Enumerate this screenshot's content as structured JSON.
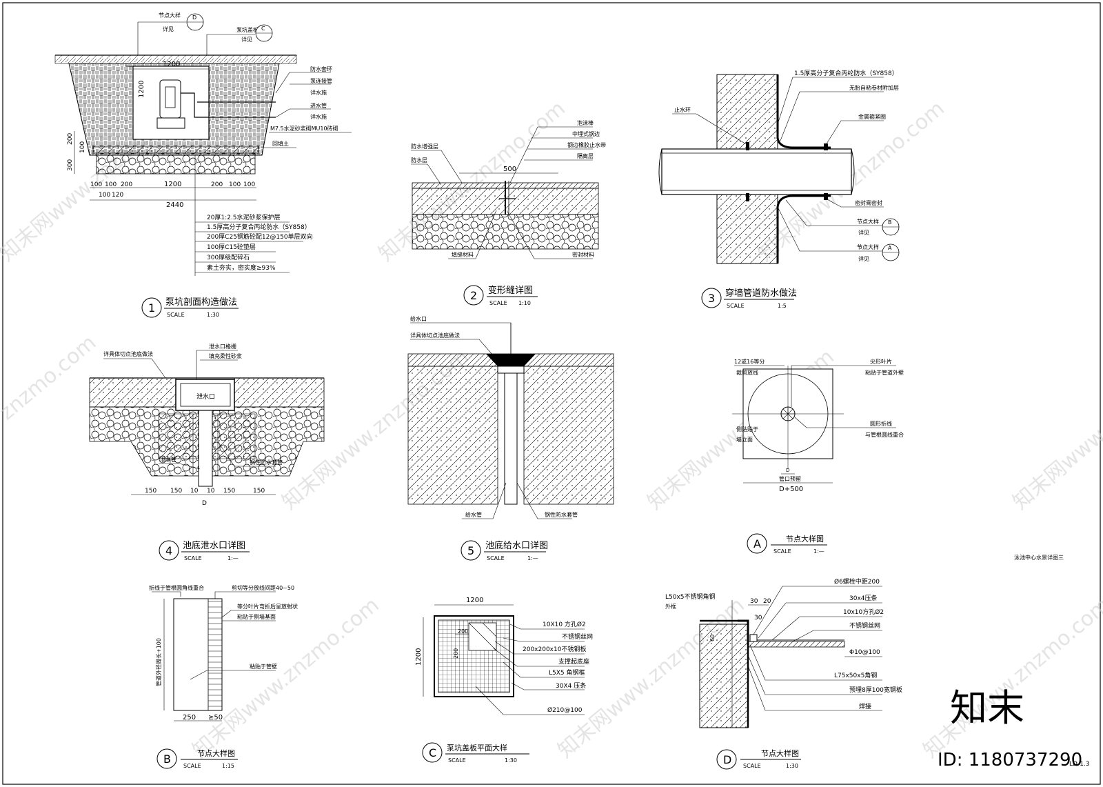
{
  "sheet_note": "泳池中心水景详图三",
  "sheet_code": "LD-1.3",
  "watermark": {
    "site": "znzmo.com",
    "cn": "知末网www.znzmo.com",
    "brand": "知末",
    "id_label": "ID: 1180737290"
  },
  "details": {
    "d1": {
      "number": "1",
      "title": "泵坑剖面构造做法",
      "scale_label": "SCALE",
      "scale": "1:30",
      "dims": {
        "top": "1200",
        "left_h": "1200",
        "v200": "200",
        "v100": "100",
        "v300": "300",
        "b1": "100",
        "b2": "100",
        "b3": "200",
        "bc": "1200",
        "b4": "200",
        "b5": "100",
        "b6": "100",
        "s1": "100",
        "s2": "120",
        "total": "2440"
      },
      "callouts": {
        "node_label": "节点大样",
        "node_letter": "D",
        "see": "详见",
        "cover_label": "泵坑盖板",
        "cover_letter": "C",
        "r1": "防水套环",
        "r2": "泵连接管",
        "r3": "详水施",
        "r4": "进水管",
        "r5": "详水施",
        "r6": "M7.5水泥砂浆砌MU10砖砌",
        "r7": "回填土"
      },
      "layers": [
        "20厚1:2.5水泥砂浆保护层",
        "1.5厚高分子复合丙纶防水（SY858）",
        "200厚C25钢筋砼配12@150单层双向",
        "100厚C15砼垫层",
        "300厚级配碎石",
        "素土夯实，密实度≥93%"
      ]
    },
    "d2": {
      "number": "2",
      "title": "变形缝详图",
      "scale_label": "SCALE",
      "scale": "1:10",
      "dims": {
        "w": "500"
      },
      "labels": {
        "l1": "防水增强层",
        "l2": "防水层",
        "r1": "泡沫棒",
        "r2": "中埋式钢边",
        "r3": "钢边橡胶止水带",
        "r4": "隔离层",
        "b1": "填缝材料",
        "b2": "密封材料"
      }
    },
    "d3": {
      "number": "3",
      "title": "穿墙管道防水做法",
      "scale_label": "SCALE",
      "scale": "1:5",
      "labels": {
        "top": "1.5厚高分子复合丙纶防水（SY858）",
        "t2": "无胎自粘卷材附加层",
        "t3": "金属箍紧圈",
        "l1": "止水环",
        "b1": "密封膏密封",
        "node": "节点大样",
        "see": "详见",
        "ref_b": "B",
        "ref_a": "A"
      }
    },
    "d4": {
      "number": "4",
      "title": "池底泄水口详图",
      "scale_label": "SCALE",
      "scale": "1:—",
      "dims": {
        "a": "150",
        "b": "150",
        "c": "10",
        "d": "10",
        "e": "150",
        "f": "150",
        "D": "D"
      },
      "labels": {
        "l1": "详具体切点池底做法",
        "t1": "泄水口格栅",
        "t2": "填充柔性砂浆",
        "box": "泄水口",
        "p1": "泄水管",
        "r1": "钢性防水套管"
      }
    },
    "d5": {
      "number": "5",
      "title": "池底给水口详图",
      "scale_label": "SCALE",
      "scale": "1:—",
      "labels": {
        "l1": "给水口",
        "l2": "详具体切点池底做法",
        "b1": "给水管",
        "b2": "钢性防水套管"
      }
    },
    "dA": {
      "letter": "A",
      "title": "节点大样图",
      "scale_label": "SCALE",
      "scale": "1:—",
      "labels": {
        "tl": "12或16等分",
        "tl2": "裁剪放线",
        "tr": "尖形叶片",
        "tr2": "粘贴于管道外壁",
        "l1": "侧贴贴于",
        "l2": "墙立面",
        "r1": "圆形折线",
        "r2": "与管根圆线重合",
        "hole": "管口预留",
        "dim": "D+500",
        "d": "D"
      }
    },
    "dB": {
      "letter": "B",
      "title": "节点大样图",
      "scale_label": "SCALE",
      "scale": "1:15",
      "labels": {
        "t1": "折线于管根圆角线重合",
        "t2": "剪切等分放线间距40~50",
        "r1": "等分叶片弯折后呈放射状",
        "r2": "粘贴于侧墙基面",
        "r3": "粘贴于管壁",
        "side": "管道外径周长+100",
        "w1": "250",
        "w2": "≥50"
      }
    },
    "dC": {
      "letter": "C",
      "title": "泵坑盖板平面大样",
      "scale_label": "SCALE",
      "scale": "1:30",
      "dims": {
        "w": "1200",
        "h": "1200",
        "i1": "200",
        "i2": "200"
      },
      "labels": {
        "r1": "10X10 方孔Ø2",
        "r2": "不锈钢丝网",
        "r3": "200x200x10不锈钢板",
        "r4": "支撑起底座",
        "r5": "L5X5 角钢框",
        "r6": "30X4 压条",
        "r7": "Ø210@100"
      }
    },
    "dD": {
      "letter": "D",
      "title": "节点大样图",
      "scale_label": "SCALE",
      "scale": "1:30",
      "labels": {
        "tl": "L50x5不锈钢角钢",
        "tl2": "外框",
        "d30a": "30",
        "d20": "20",
        "d30b": "30",
        "d60": "60",
        "r1": "Ø6螺栓中距200",
        "r2": "30x4压条",
        "r3": "10x10方孔Ø2",
        "r4": "不锈钢丝网",
        "r5": "Φ10@100",
        "r6": "L75x50x5角钢",
        "r7": "预埋8厚100宽钢板",
        "r8": "焊接"
      }
    }
  }
}
